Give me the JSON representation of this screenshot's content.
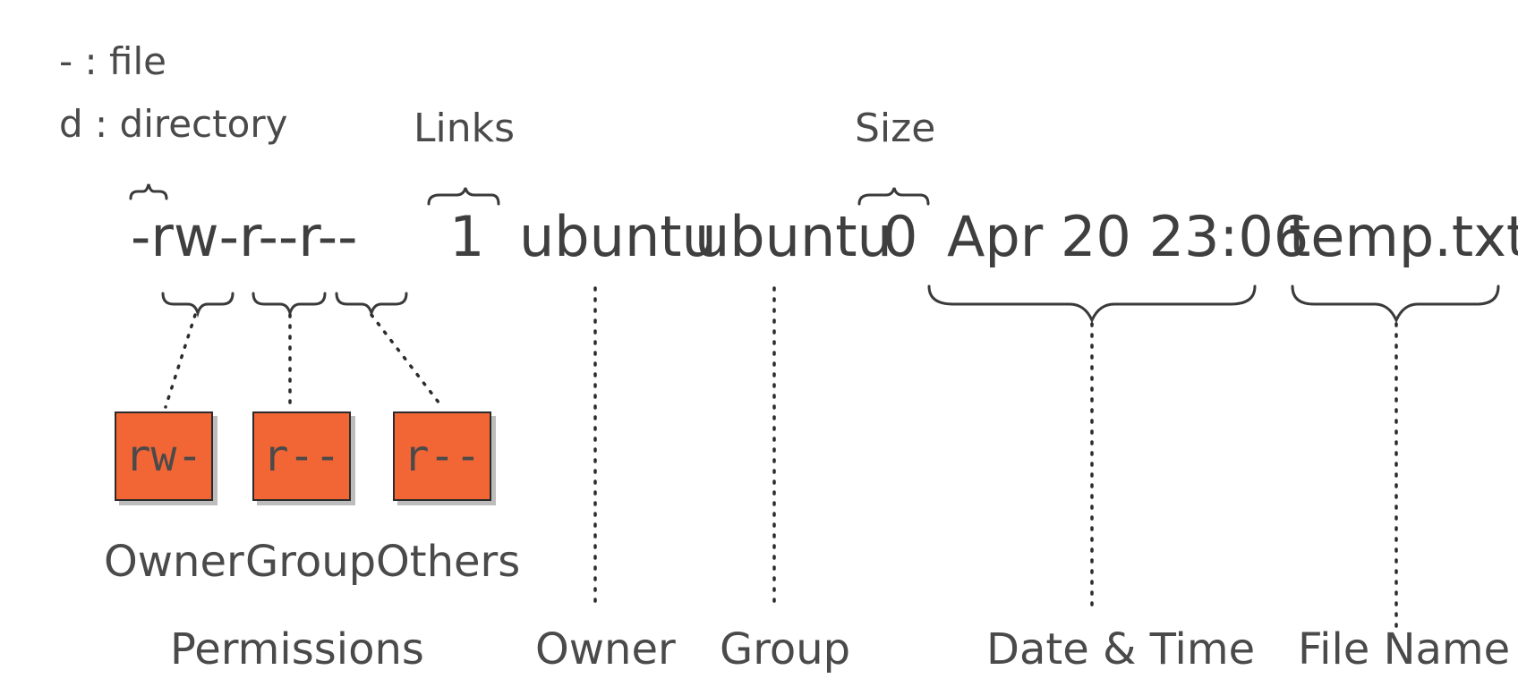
{
  "legend": [
    {
      "symbol": "-",
      "meaning": "file"
    },
    {
      "symbol": "d",
      "meaning": "directory"
    }
  ],
  "headings": {
    "links": "Links",
    "size": "Size"
  },
  "listing": {
    "permissions": "-rw-r--r--",
    "links": "1",
    "owner": "ubuntu",
    "group": "ubuntu",
    "size": "0",
    "datetime": "Apr 20 23:06",
    "filename": "temp.txt"
  },
  "permission_boxes": [
    {
      "bits": "rw-",
      "label": "Owner"
    },
    {
      "bits": "r--",
      "label": "Group"
    },
    {
      "bits": "r--",
      "label": "Others"
    }
  ],
  "bottom_labels": {
    "permissions": "Permissions",
    "owner": "Owner",
    "group": "Group",
    "datetime": "Date & Time",
    "filename": "File Name"
  },
  "colors": {
    "box_fill": "#f26535",
    "text": "#4a4a4a",
    "line": "#3a3a3a",
    "shadow": "#bdbdbd"
  }
}
